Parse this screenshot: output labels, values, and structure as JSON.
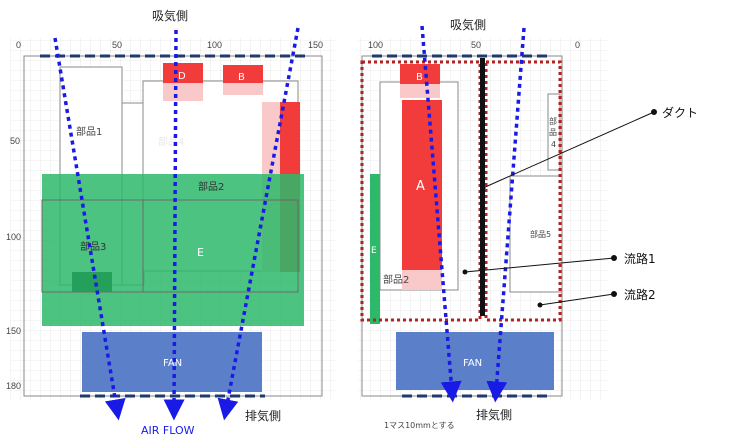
{
  "labels": {
    "intake_left": "吸気側",
    "intake_right": "吸気側",
    "exhaust_left": "排気側",
    "exhaust_right": "排気側",
    "air_flow": "AIR FLOW",
    "scale_note": "1マス10mmとする"
  },
  "axes": {
    "left_x_ticks": [
      "0",
      "50",
      "100",
      "150"
    ],
    "left_y_ticks": [
      "50",
      "100",
      "150",
      "180"
    ],
    "right_x_ticks": [
      "100",
      "50",
      "0"
    ]
  },
  "parts": {
    "left_part1": "部品1",
    "left_part2": "部品2",
    "left_part3": "部品3",
    "left_part4": "部品4",
    "left_part_d": "D",
    "left_part_b": "B",
    "left_part_e": "E",
    "left_fan": "FAN",
    "right_part_b": "B",
    "right_part_a": "A",
    "right_part_e": "E",
    "right_part2": "部品2",
    "right_part5": "部品5",
    "right_part4_l1": "部",
    "right_part4_l2": "品",
    "right_part4_l3": "4",
    "right_fan": "FAN"
  },
  "callouts": {
    "duct": "ダクト",
    "path1": "流路1",
    "path2": "流路2"
  },
  "colors": {
    "red": "#f23c3c",
    "pink": "#f9c8c8",
    "green": "#2db96a",
    "fan_blue": "#5b7fc9",
    "arrow_blue": "#1a1ae6",
    "path_border": "#b22222",
    "duct": "#111111"
  }
}
